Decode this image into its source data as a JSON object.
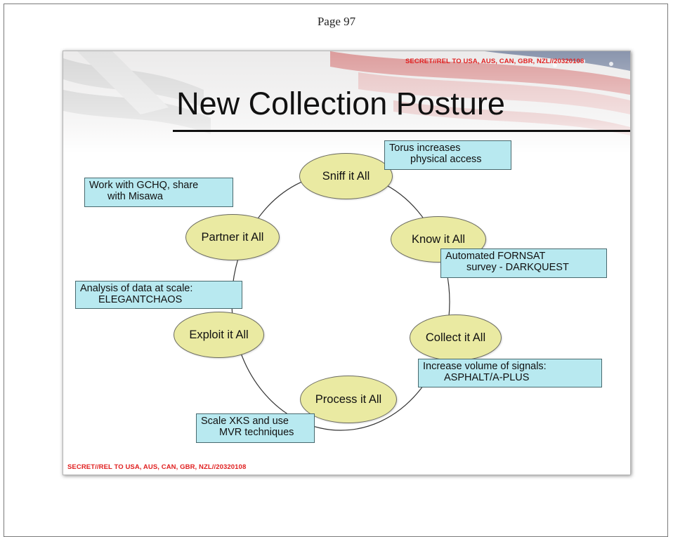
{
  "page": {
    "number_label": "Page 97"
  },
  "slide": {
    "classification_top": "SECRET//REL TO USA, AUS, CAN, GBR, NZL//20320108",
    "classification_bottom": "SECRET//REL TO USA, AUS, CAN, GBR, NZL//20320108",
    "title": "New Collection Posture",
    "nodes": [
      {
        "label": "Sniff it All"
      },
      {
        "label": "Know it All"
      },
      {
        "label": "Collect it All"
      },
      {
        "label": "Process it All"
      },
      {
        "label": "Exploit it All"
      },
      {
        "label": "Partner it All"
      }
    ],
    "callouts": {
      "sniff": {
        "line1": "Torus increases",
        "line2": "physical access"
      },
      "know": {
        "line1": "Automated FORNSAT",
        "line2": "survey - DARKQUEST"
      },
      "collect": {
        "line1": "Increase volume of signals:",
        "line2": "ASPHALT/A-PLUS"
      },
      "process": {
        "line1": "Scale XKS and use",
        "line2": "MVR techniques"
      },
      "exploit": {
        "line1": "Analysis of data at scale:",
        "line2": "ELEGANTCHAOS"
      },
      "partner": {
        "line1": "Work with GCHQ, share",
        "line2": "with Misawa"
      }
    }
  },
  "colors": {
    "classification_red": "#e02020",
    "node_fill": "#eaeaa2",
    "callout_fill": "#b8e9f0",
    "flag_red": "#c84a4a",
    "flag_blue": "#3a4f7a"
  }
}
